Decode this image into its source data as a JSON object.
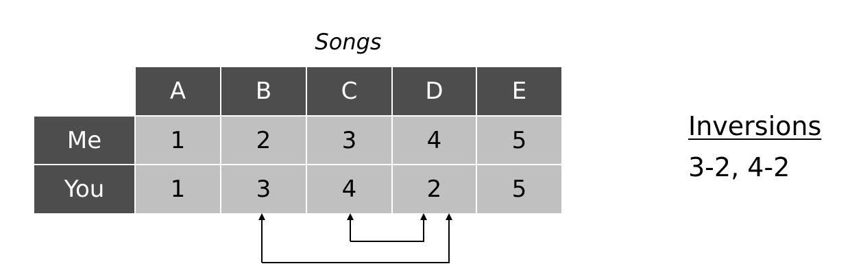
{
  "title": "Songs",
  "columns": [
    "A",
    "B",
    "C",
    "D",
    "E"
  ],
  "rows": [
    {
      "label": "Me",
      "values": [
        "1",
        "2",
        "3",
        "4",
        "5"
      ]
    },
    {
      "label": "You",
      "values": [
        "1",
        "3",
        "4",
        "2",
        "5"
      ]
    }
  ],
  "inversions": {
    "heading": "Inversions",
    "text": "3-2, 4-2"
  },
  "colors": {
    "header_bg": "#4d4d4d",
    "cell_bg": "#c0c0c0",
    "grid_line": "#ffffff"
  }
}
